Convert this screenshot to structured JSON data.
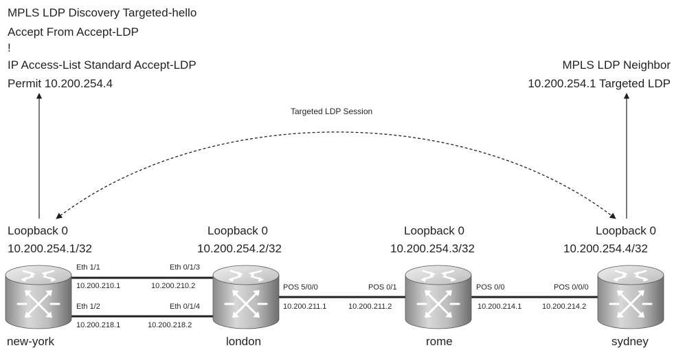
{
  "config_new_york": [
    "MPLS LDP Discovery  Targeted-hello",
    "Accept From Accept-LDP",
    "!",
    "IP Access-List Standard Accept-LDP",
    "Permit 10.200.254.4"
  ],
  "config_sydney": [
    "MPLS LDP Neighbor",
    "10.200.254.1 Targeted LDP"
  ],
  "session_label": "Targeted LDP Session",
  "routers": {
    "new_york": {
      "name": "new-york",
      "loopback": "Loopback 0",
      "address": "10.200.254.1/32"
    },
    "london": {
      "name": "london",
      "loopback": "Loopback 0",
      "address": "10.200.254.2/32"
    },
    "rome": {
      "name": "rome",
      "loopback": "Loopback 0",
      "address": "10.200.254.3/32"
    },
    "sydney": {
      "name": "sydney",
      "loopback": "Loopback 0",
      "address": "10.200.254.4/32"
    }
  },
  "links": [
    {
      "a_if": "Eth 1/1",
      "a_ip": "10.200.210.1",
      "b_if": "Eth 0/1/3",
      "b_ip": "10.200.210.2"
    },
    {
      "a_if": "Eth 1/2",
      "a_ip": "10.200.218.1",
      "b_if": "Eth 0/1/4",
      "b_ip": "10.200.218.2"
    },
    {
      "a_if": "POS 5/0/0",
      "a_ip": "10.200.211.1",
      "b_if": "POS 0/1",
      "b_ip": "10.200.211.2"
    },
    {
      "a_if": "POS 0/0",
      "a_ip": "10.200.214.1",
      "b_if": "POS 0/0/0",
      "b_ip": "10.200.214.2"
    }
  ],
  "colors": {
    "ink": "#231f20",
    "router_light": "#d6d6d6",
    "router_dark": "#7a7a7a"
  }
}
